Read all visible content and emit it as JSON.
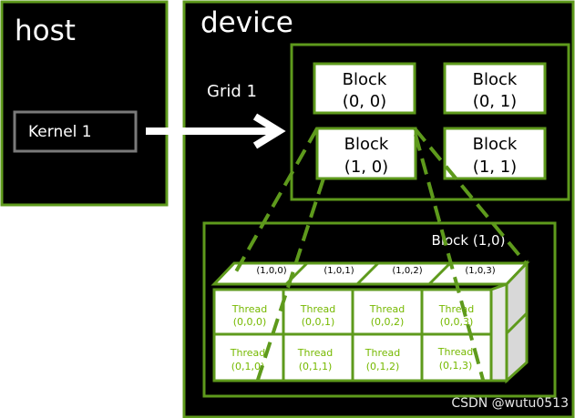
{
  "host": {
    "title": "host",
    "kernel_label": "Kernel 1"
  },
  "device": {
    "title": "device",
    "grid_label": "Grid 1",
    "blocks": [
      {
        "name": "Block",
        "index": "(0, 0)"
      },
      {
        "name": "Block",
        "index": "(0, 1)"
      },
      {
        "name": "Block",
        "index": "(1, 0)"
      },
      {
        "name": "Block",
        "index": "(1, 1)"
      }
    ],
    "block_detail": {
      "title": "Block (1,0)",
      "back_labels": [
        "(1,0,0)",
        "(1,0,1)",
        "(1,0,2)",
        "(1,0,3)"
      ],
      "threads": [
        {
          "name": "Thread",
          "index": "(0,0,0)"
        },
        {
          "name": "Thread",
          "index": "(0,0,1)"
        },
        {
          "name": "Thread",
          "index": "(0,0,2)"
        },
        {
          "name": "Thread",
          "index": "(0,0,3)"
        },
        {
          "name": "Thread",
          "index": "(0,1,0)"
        },
        {
          "name": "Thread",
          "index": "(0,1,1)"
        },
        {
          "name": "Thread",
          "index": "(0,1,2)"
        },
        {
          "name": "Thread",
          "index": "(0,1,3)"
        }
      ]
    }
  },
  "watermark": "CSDN @wutu0513",
  "colors": {
    "border_green": "#5e9a1c",
    "thread_text_green": "#76b900",
    "background_black": "#000000",
    "box_white": "#ffffff"
  }
}
